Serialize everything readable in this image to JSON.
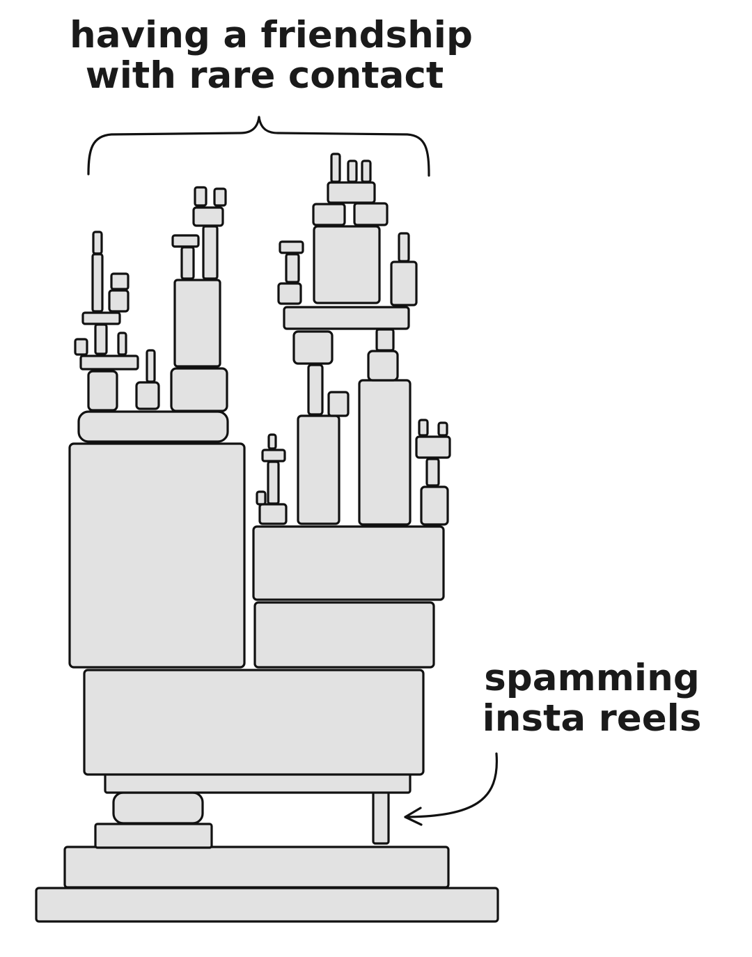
{
  "captions": {
    "top": {
      "line1": "having a friendship",
      "line2": "with rare contact"
    },
    "side": {
      "line1": "spamming",
      "line2": "insta reels"
    }
  },
  "colors": {
    "block_fill": "#e2e2e2",
    "ink": "#111111",
    "background": "#ffffff"
  }
}
